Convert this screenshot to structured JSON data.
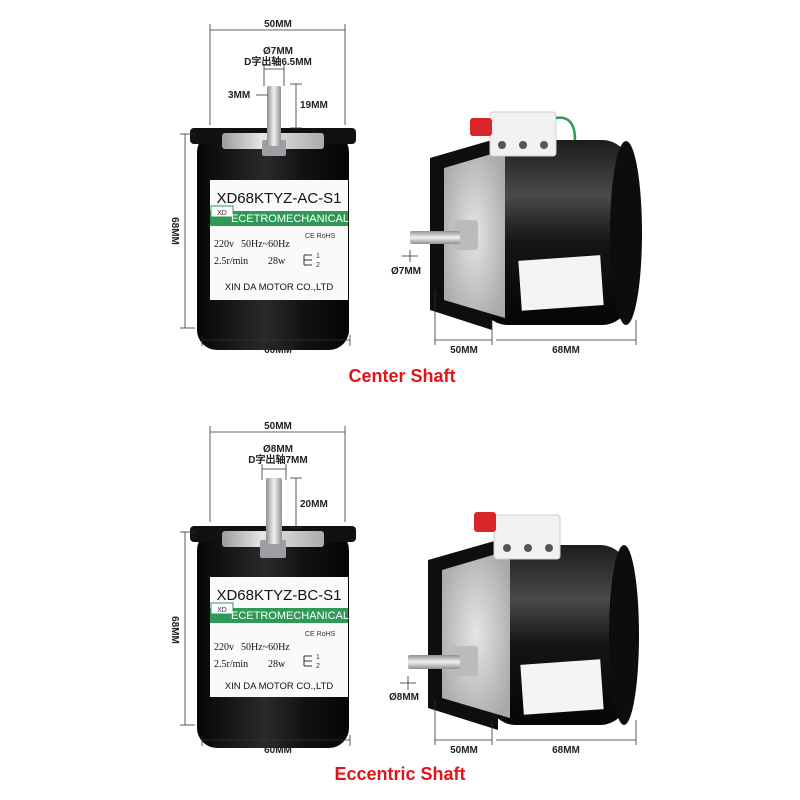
{
  "sections": [
    {
      "caption": "Center Shaft",
      "front": {
        "model": "XD68KTYZ-AC-S1",
        "brand_tag": "XD",
        "band_text": "ECETROMECHANICAL",
        "voltage": "220v",
        "frequency": "50Hz~60Hz",
        "speed": "2.5r/min",
        "power": "28w",
        "manufacturer": "XIN DA MOTOR CO.,LTD",
        "cert": "CE RoHS",
        "switch_1": "1",
        "switch_2": "2",
        "dim_top": "50MM",
        "dim_shaft_dia": "Ø7MM",
        "dim_shaft_d": "D字出轴6.5MM",
        "dim_flat": "3MM",
        "dim_shaft_len": "19MM",
        "dim_height": "68MM",
        "dim_width": "60MM"
      },
      "side": {
        "dim_shaft_dia": "Ø7MM",
        "dim_depth_a": "50MM",
        "dim_depth_b": "68MM"
      }
    },
    {
      "caption": "Eccentric Shaft",
      "front": {
        "model": "XD68KTYZ-BC-S1",
        "brand_tag": "XD",
        "band_text": "ECETROMECHANICAL",
        "voltage": "220v",
        "frequency": "50Hz~60Hz",
        "speed": "2.5r/min",
        "power": "28w",
        "manufacturer": "XIN DA MOTOR CO.,LTD",
        "cert": "CE RoHS",
        "switch_1": "1",
        "switch_2": "2",
        "dim_top": "50MM",
        "dim_shaft_dia": "Ø8MM",
        "dim_shaft_d": "D字出轴7MM",
        "dim_shaft_len": "20MM",
        "dim_height": "68MM",
        "dim_width": "60MM"
      },
      "side": {
        "dim_shaft_dia": "Ø8MM",
        "dim_depth_a": "50MM",
        "dim_depth_b": "68MM"
      }
    }
  ],
  "colors": {
    "motor_black": "#0c0c0c",
    "gearbox_silver": "#c9cbcd",
    "label_green": "#2f9a57",
    "caption_red": "#e0151b",
    "terminal_red": "#d9262b"
  }
}
